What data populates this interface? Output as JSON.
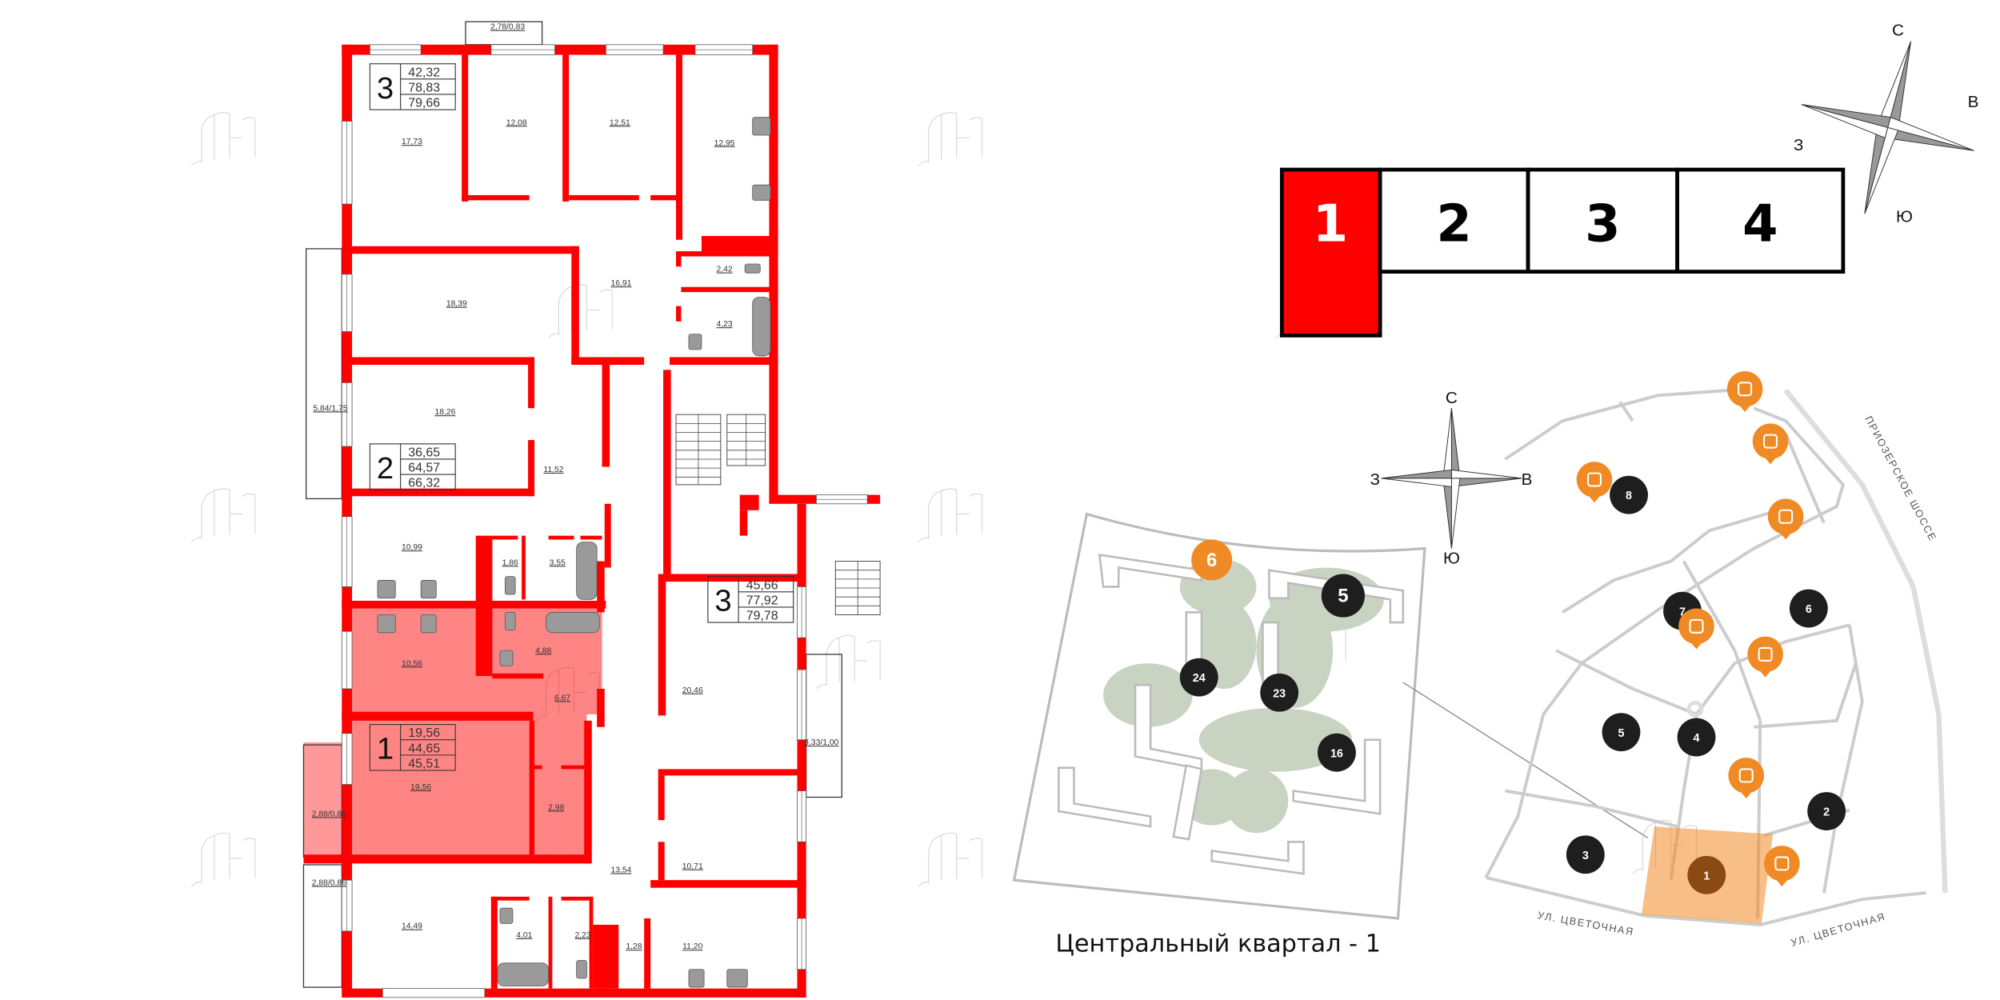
{
  "colors": {
    "wall": "#ff0000",
    "highlight": "#ff0000",
    "poi": "#f08a24",
    "marker": "#1e1e1e",
    "selected_marker": "#8a4a12",
    "park": "#c9d3c2"
  },
  "floor_plan": {
    "apartments": [
      {
        "rooms": "3",
        "living": "42,32",
        "total": "78,83",
        "total_with_balcony": "79,66"
      },
      {
        "rooms": "2",
        "living": "36,65",
        "total": "64,57",
        "total_with_balcony": "66,32"
      },
      {
        "rooms": "1",
        "living": "19,56",
        "total": "44,65",
        "total_with_balcony": "45,51",
        "selected": true
      },
      {
        "rooms": "3",
        "living": "45,66",
        "total": "77,92",
        "total_with_balcony": "79,78"
      }
    ],
    "room_areas": [
      "2,78/0,83",
      "17,73",
      "12,08",
      "12,51",
      "12,95",
      "2,42",
      "16,91",
      "4,23",
      "18,39",
      "5,84/1,75",
      "18,26",
      "11,52",
      "10,99",
      "1,86",
      "3,55",
      "10,56",
      "4,88",
      "6,67",
      "19,56",
      "2,98",
      "2,88/0,86",
      "2,88/0,86",
      "14,49",
      "4,01",
      "2,23",
      "1,28",
      "13,54",
      "10,71",
      "11,20",
      "20,46",
      "3,33/1,00"
    ]
  },
  "floor_selector": {
    "floors": [
      "1",
      "2",
      "3",
      "4"
    ],
    "selected": "1"
  },
  "compass": {
    "north": "С",
    "east": "В",
    "west": "З",
    "south": "Ю"
  },
  "quarter_map": {
    "title": "Центральный квартал - 1",
    "markers": [
      {
        "label": "6",
        "kind": "orange"
      },
      {
        "label": "5",
        "kind": "black"
      },
      {
        "label": "24",
        "kind": "black"
      },
      {
        "label": "23",
        "kind": "black"
      },
      {
        "label": "16",
        "kind": "black"
      }
    ]
  },
  "district_map": {
    "markers": [
      "8",
      "7",
      "6",
      "5",
      "4",
      "2",
      "3",
      "1"
    ],
    "selected": "1",
    "roads": [
      "ПРИОЗЕРСКОЕ ШОССЕ",
      "УЛ. ЦВЕТОЧНАЯ",
      "УЛ. ЦВЕТОЧНАЯ"
    ],
    "poi_icons": [
      "shopping-bag-icon",
      "basketball-icon",
      "school-icon",
      "medical-icon",
      "school-icon",
      "basketball-icon",
      "school-icon",
      "shopping-bag-icon"
    ]
  }
}
